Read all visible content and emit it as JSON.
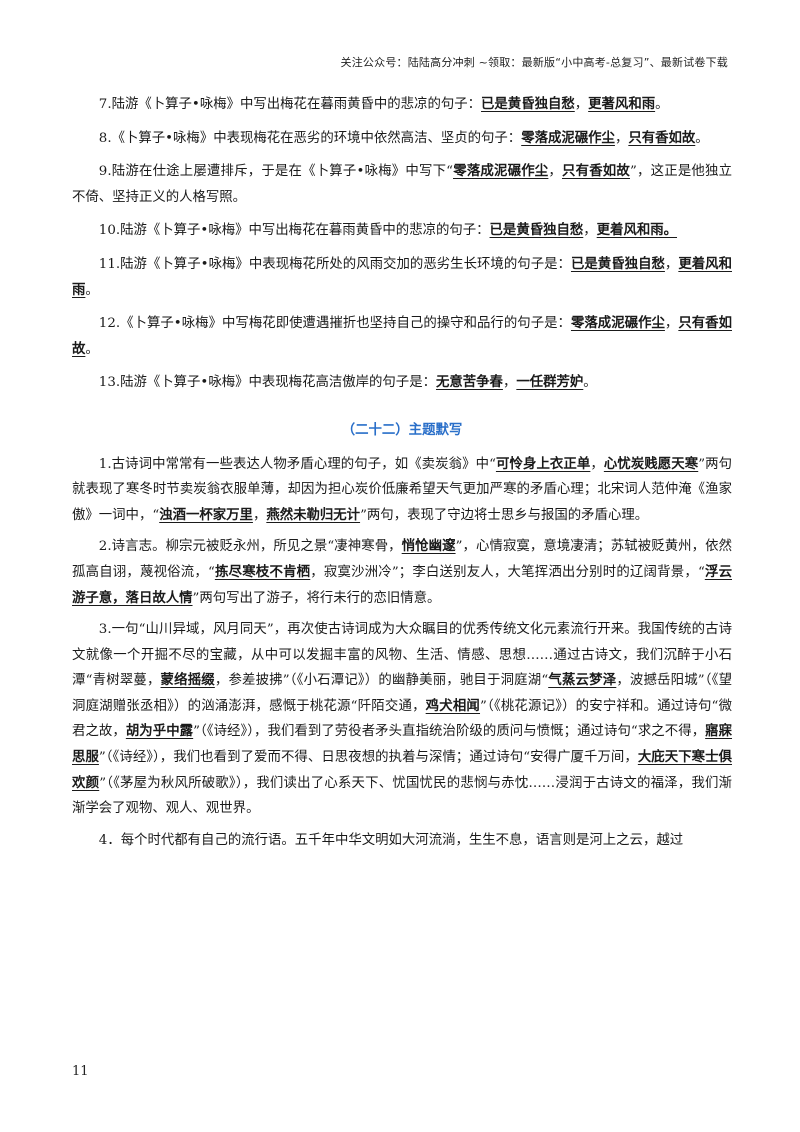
{
  "header": {
    "text": "关注公众号：陆陆高分冲刺 ~领取：最新版“小中高考-总复习”、最新试卷下载"
  },
  "items": [
    {
      "before": "7.陆游《卜算子•咏梅》中写出梅花在暮雨黄昏中的悲凉的句子：",
      "a1": "已是黄昏独自愁",
      "mid": "，",
      "a2": "更著风和雨",
      "after": "。"
    },
    {
      "before": "8.《卜算子•咏梅》中表现梅花在恶劣的环境中依然高洁、坚贞的句子：",
      "a1": "零落成泥碾作尘",
      "mid": "，",
      "a2": "只有香如故",
      "after": "。"
    },
    {
      "before": "9.陆游在仕途上屡遭排斥，于是在《卜算子•咏梅》中写下“",
      "a1": "零落成泥碾作尘",
      "mid": "，",
      "a2": "只有香如故",
      "after": "”，这正是他独立不倚、坚持正义的人格写照。"
    },
    {
      "before": "10.陆游《卜算子•咏梅》中写出梅花在暮雨黄昏中的悲凉的句子：",
      "a1": "已是黄昏独自愁",
      "mid": "，",
      "a2": "更着风和雨。",
      "after": ""
    },
    {
      "before": "11.陆游《卜算子•咏梅》中表现梅花所处的风雨交加的恶劣生长环境的句子是：",
      "a1": "已是黄昏独自愁",
      "mid": "，",
      "a2": "更着风和雨",
      "after": "。"
    },
    {
      "before": "12.《卜算子•咏梅》中写梅花即使遭遇摧折也坚持自己的操守和品行的句子是：",
      "a1": "零落成泥碾作尘",
      "mid": "，",
      "a2": "只有香如故",
      "after": "。"
    },
    {
      "before": "13.陆游《卜算子•咏梅》中表现梅花高洁傲岸的句子是：",
      "a1": "无意苦争春",
      "mid": "，",
      "a2": "一任群芳妒",
      "after": "。"
    }
  ],
  "section_title": "（二十二）主题默写",
  "p1": {
    "s1": "1.古诗词中常常有一些表达人物矛盾心理的句子，如《卖炭翁》中“",
    "a1": "可怜身上衣正单",
    "s2": "，",
    "a2": "心忧炭贱愿天寒",
    "s3": "”两句就表现了寒冬时节卖炭翁衣服单薄，却因为担心炭价低廉希望天气更加严寒的矛盾心理；北宋词人范仲淹《渔家傲》一词中，“",
    "a3": "浊酒一杯家万里",
    "s4": "，",
    "a4": "燕然未勒归无计",
    "s5": "”两句，表现了守边将士思乡与报国的矛盾心理。"
  },
  "p2": {
    "s1": "2.诗言志。柳宗元被贬永州，所见之景“凄神寒骨，",
    "a1": "悄怆幽邃",
    "s2": "”，心情寂寞，意境凄清；苏轼被贬黄州，依然孤高自诩，蔑视俗流，“",
    "a2": "拣尽寒枝不肯栖",
    "s3": "，寂寞沙洲冷”；李白送别友人，大笔挥洒出分别时的辽阔背景，“",
    "a3": "浮云游子意，落日故人情",
    "s4": "”两句写出了游子，将行未行的恋旧情意。"
  },
  "p3": {
    "s1": "3.一句“山川异域，风月同天”，再次使古诗词成为大众瞩目的优秀传统文化元素流行开来。我国传统的古诗文就像一个开掘不尽的宝藏，从中可以发掘丰富的风物、生活、情感、思想……通过古诗文，我们沉醉于小石潭“青树翠蔓，",
    "a1": "蒙络摇缀",
    "s2": "，参差披拂”（《小石潭记》）的幽静美丽，驰目于洞庭湖“",
    "a2": "气蒸云梦泽",
    "s3": "，波撼岳阳城”（《望洞庭湖赠张丞相》）的汹涌澎湃，感慨于桃花源“阡陌交通，",
    "a3": "鸡犬相闻",
    "s4": "”（《桃花源记》）的安宁祥和。通过诗句“微君之故，",
    "a4": "胡为乎中露",
    "s5": "”（《诗经》），我们看到了劳役者矛头直指统治阶级的质问与愤慨；通过诗句“求之不得，",
    "a5": "寤寐思服",
    "s6": "”（《诗经》），我们也看到了爱而不得、日思夜想的执着与深情；通过诗句“安得广厦千万间，",
    "a6": "大庇天下寒士俱欢颜",
    "s7": "”（《茅屋为秋风所破歌》），我们读出了心系天下、忧国忧民的悲悯与赤忱……浸润于古诗文的福泽，我们渐渐学会了观物、观人、观世界。"
  },
  "p4": {
    "s1": "4．每个时代都有自己的流行语。五千年中华文明如大河流淌，生生不息，语言则是河上之云，越过"
  },
  "footer": {
    "page_number": "11"
  }
}
